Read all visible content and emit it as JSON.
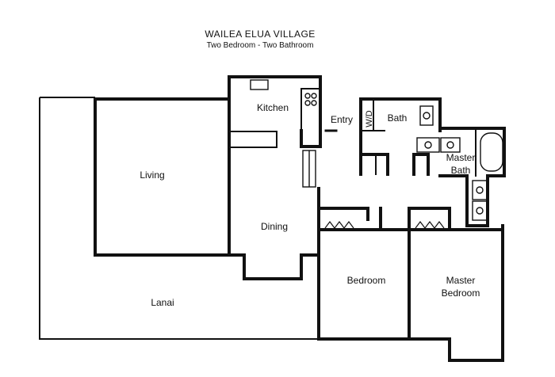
{
  "header": {
    "title": "WAILEA ELUA VILLAGE",
    "subtitle": "Two Bedroom - Two Bathroom"
  },
  "rooms": {
    "kitchen": "Kitchen",
    "entry": "Entry",
    "wd": "W/D",
    "bath": "Bath",
    "master_bath_line1": "Master",
    "master_bath_line2": "Bath",
    "living": "Living",
    "dining": "Dining",
    "bedroom": "Bedroom",
    "master_bedroom_line1": "Master",
    "master_bedroom_line2": "Bedroom",
    "lanai": "Lanai"
  }
}
